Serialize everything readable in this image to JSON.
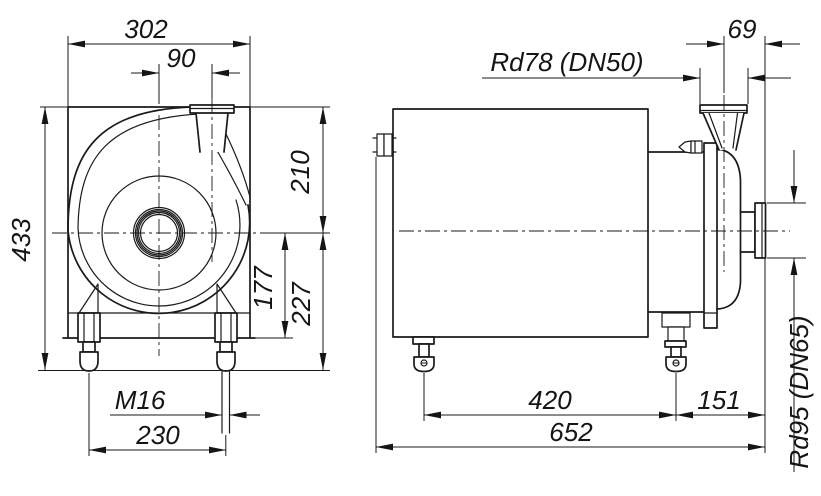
{
  "drawing": {
    "front_view": {
      "overall_width": "302",
      "outlet_offset": "90",
      "overall_height": "433",
      "outlet_height": "210",
      "axis_to_base": "177",
      "axis_to_floor": "227",
      "foot_thread": "M16",
      "foot_spacing": "230"
    },
    "side_view": {
      "outlet_to_inlet": "69",
      "outlet_connection": "Rd78 (DN50)",
      "foot_spacing": "420",
      "foot_to_inlet": "151",
      "overall_length": "652",
      "inlet_connection": "Rd95 (DN65)"
    },
    "line_color": "#1a1a1a",
    "background_color": "#ffffff"
  }
}
